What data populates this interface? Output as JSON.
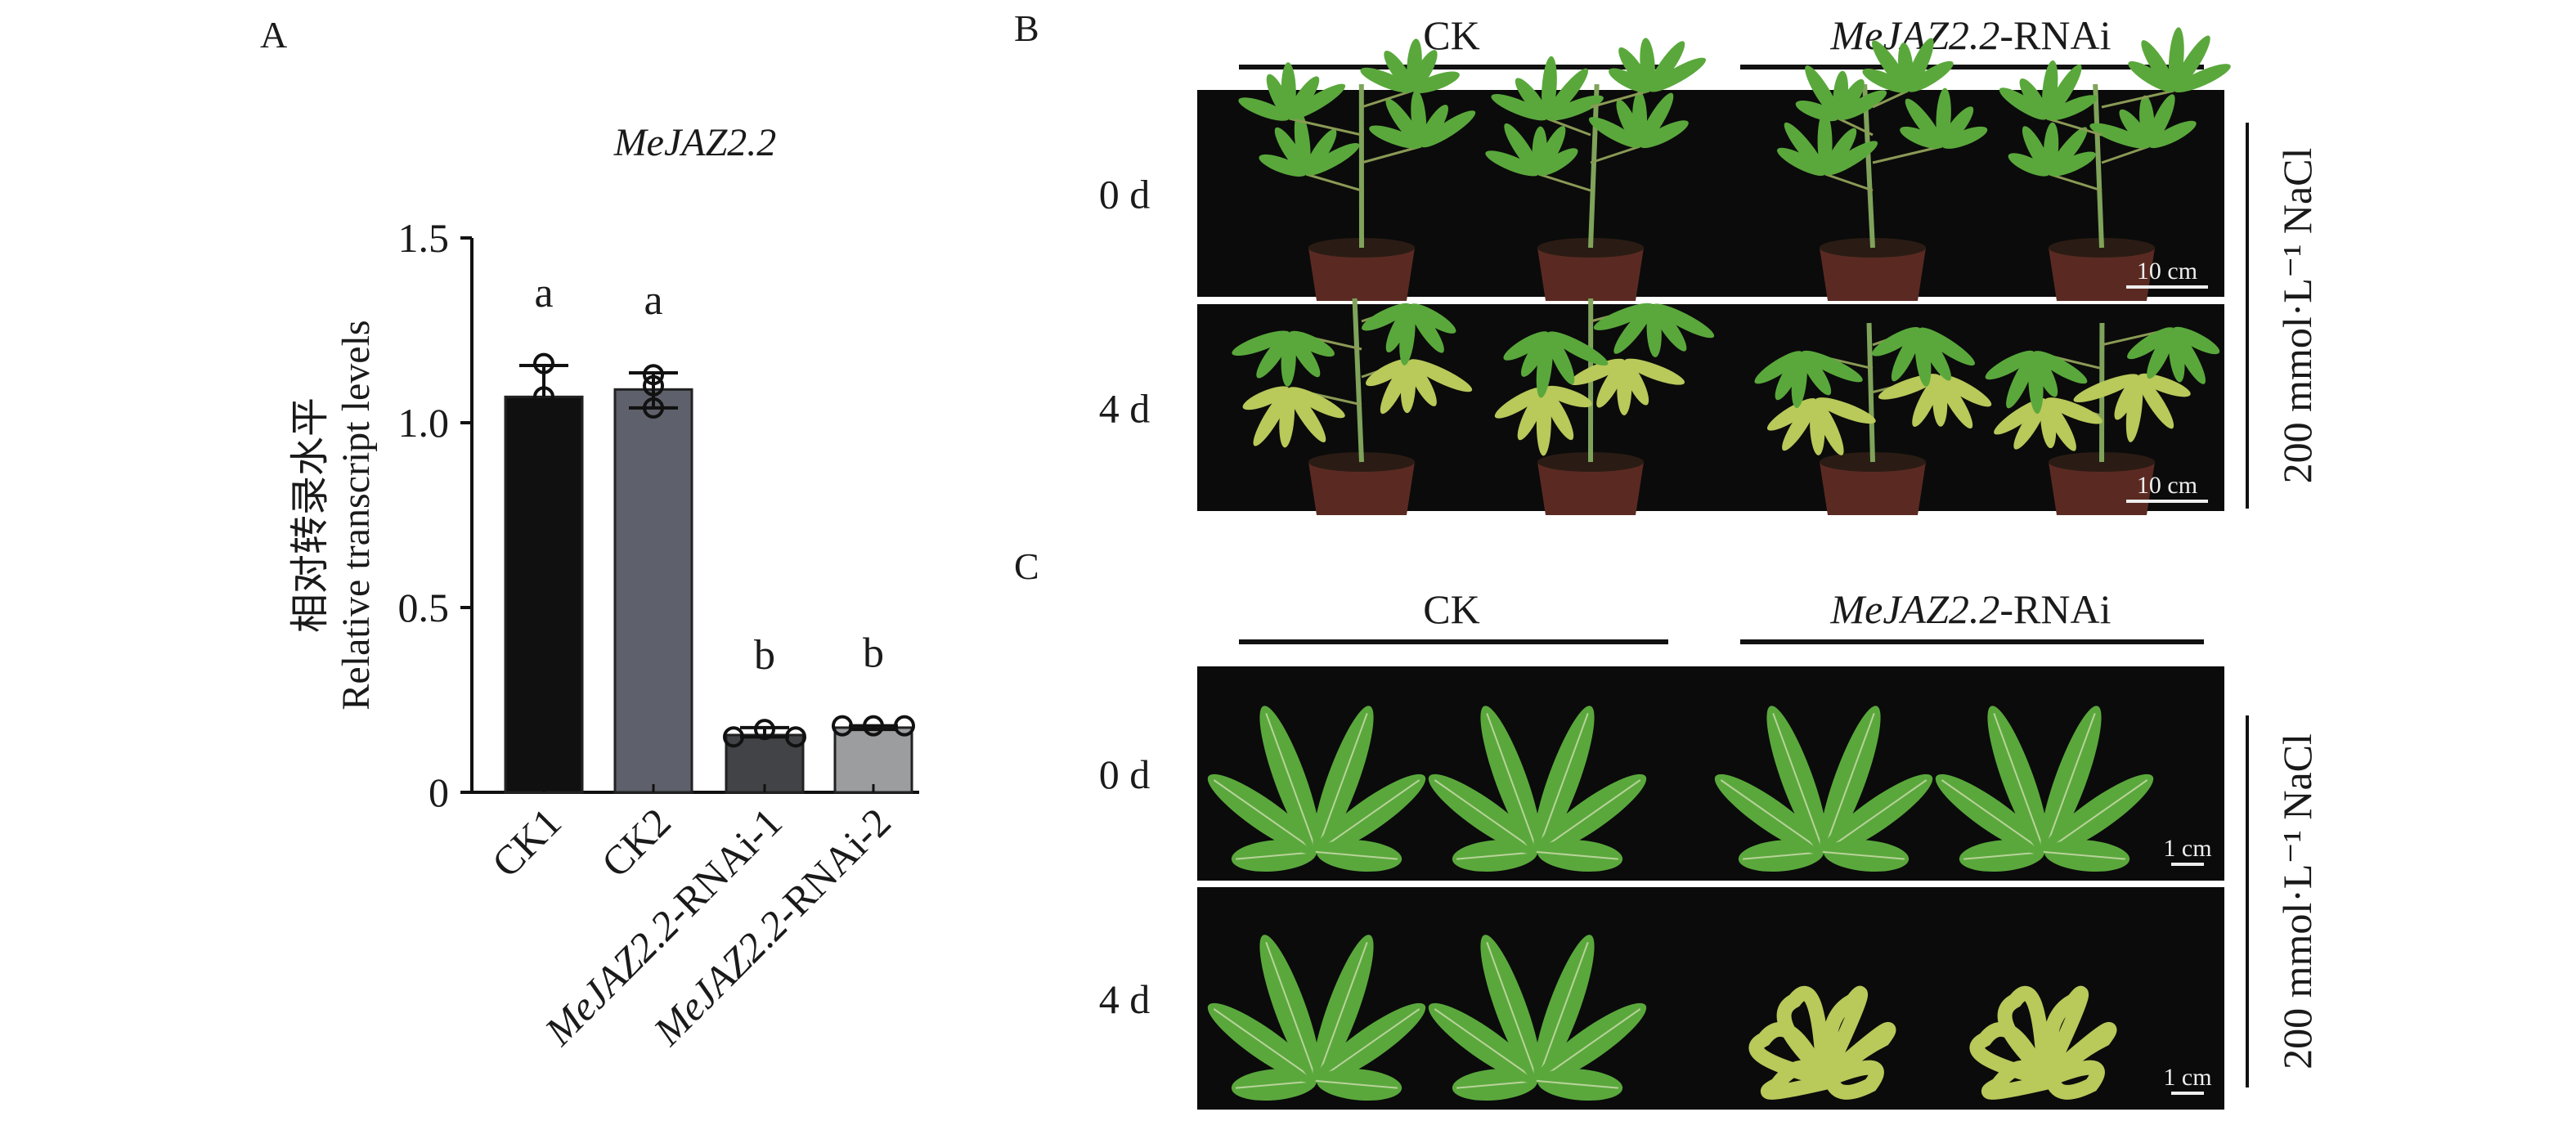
{
  "panels": {
    "a_label": "A",
    "b_label": "B",
    "c_label": "C"
  },
  "chart_data": {
    "type": "bar",
    "title": "MeJAZ2.2",
    "ylabel_cn": "相对转录水平",
    "ylabel": "Relative transcript levels",
    "xlabel": "",
    "ylim": [
      0,
      1.5
    ],
    "yticks": [
      0,
      0.5,
      1.0,
      1.5
    ],
    "ytick_labels": [
      "0",
      "0.5",
      "1.0",
      "1.5"
    ],
    "categories": [
      {
        "gene": "",
        "suffix": "CK1"
      },
      {
        "gene": "",
        "suffix": "CK2"
      },
      {
        "gene": "MeJAZ2.2",
        "suffix": "-RNAi-1"
      },
      {
        "gene": "MeJAZ2.2",
        "suffix": "-RNAi-2"
      }
    ],
    "values": [
      1.07,
      1.09,
      0.155,
      0.175
    ],
    "error_upper": [
      1.155,
      1.135,
      0.175,
      0.18
    ],
    "error_lower": [
      1.07,
      1.04,
      0.15,
      0.17
    ],
    "points": [
      [
        1.16,
        1.07
      ],
      [
        1.13,
        1.1,
        1.04
      ],
      [
        0.15,
        0.17,
        0.15
      ],
      [
        0.18,
        0.18,
        0.18
      ]
    ],
    "significance": [
      "a",
      "a",
      "b",
      "b"
    ],
    "bar_colors": [
      "#101010",
      "#5e616b",
      "#424347",
      "#9c9d9f"
    ],
    "grid": false
  },
  "photo_panels": {
    "ck_label": "CK",
    "rnai_gene": "MeJAZ2.2",
    "rnai_suffix": "-RNAi",
    "day0": "0 d",
    "day4": "4 d",
    "treatment": "200 mmol·L⁻¹ NaCl",
    "scale_b": "10 cm",
    "scale_c": "1 cm",
    "colors": {
      "background": "#0b0b0b",
      "leaf": "#5aa83c",
      "leaf_yellow": "#b9c95a",
      "pot": "#5a2a22"
    }
  }
}
